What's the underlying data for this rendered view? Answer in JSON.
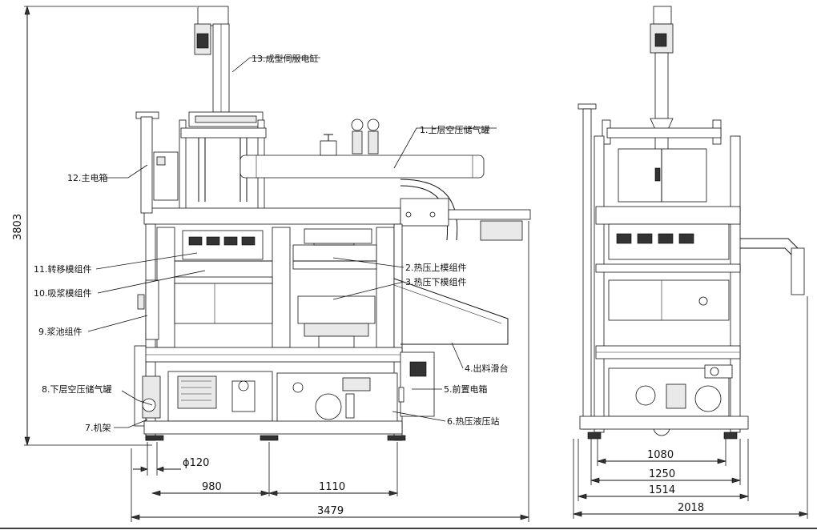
{
  "labels": {
    "l1": "1.上层空压储气罐",
    "l2": "2.热压上模组件",
    "l3": "3.热压下模组件",
    "l4": "4.出料滑台",
    "l5": "5.前置电箱",
    "l6": "6.热压液压站",
    "l7": "7.机架",
    "l8": "8.下层空压储气罐",
    "l9": "9.浆池组件",
    "l10": "10.吸浆模组件",
    "l11": "11.转移模组件",
    "l12": "12.主电箱",
    "l13": "13.成型伺服电缸"
  },
  "dimensions": {
    "height": "3803",
    "pipe": "ϕ120",
    "d980": "980",
    "d1110": "1110",
    "d3479": "3479",
    "d1080": "1080",
    "d1250": "1250",
    "d1514": "1514",
    "d2018": "2018"
  }
}
